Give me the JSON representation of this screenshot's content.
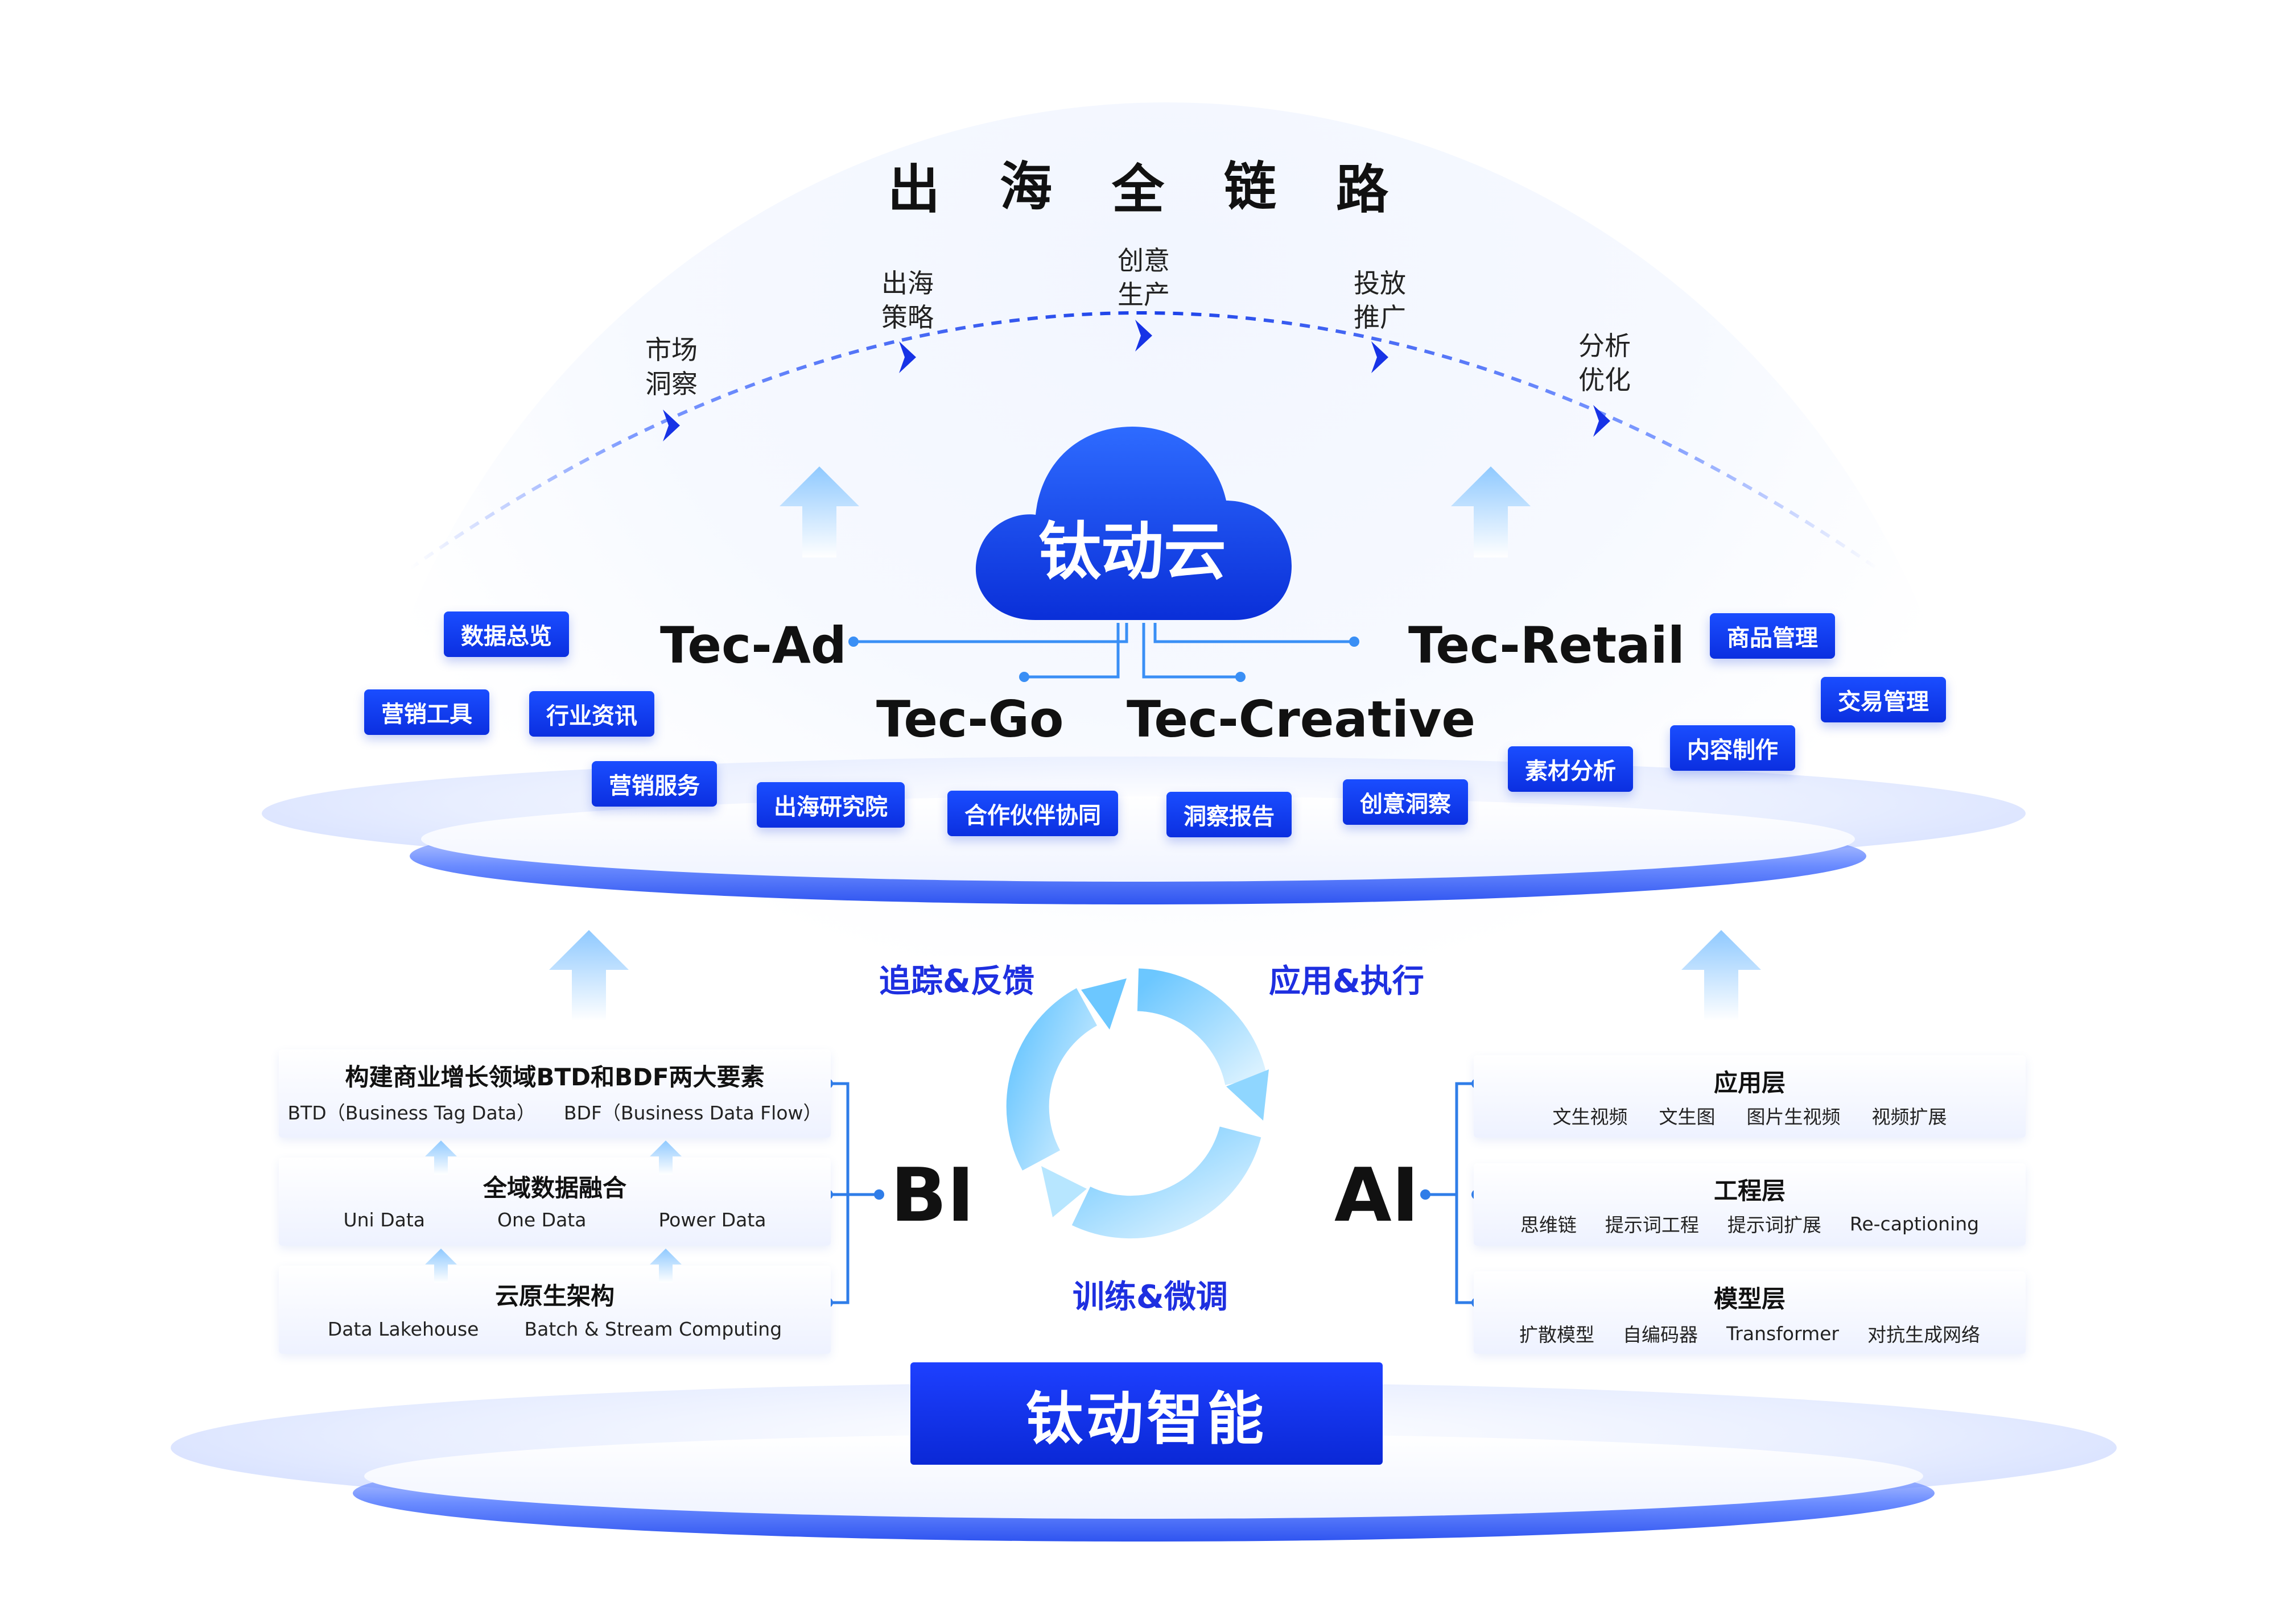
{
  "title_chars": [
    "出",
    "海",
    "全",
    "链",
    "路"
  ],
  "steps": [
    {
      "line1": "市场",
      "line2": "洞察"
    },
    {
      "line1": "出海",
      "line2": "策略"
    },
    {
      "line1": "创意",
      "line2": "生产"
    },
    {
      "line1": "投放",
      "line2": "推广"
    },
    {
      "line1": "分析",
      "line2": "优化"
    }
  ],
  "cloud_label": "钛动云",
  "products": {
    "tec_ad": "Tec-Ad",
    "tec_go": "Tec-Go",
    "tec_creative": "Tec-Creative",
    "tec_retail": "Tec-Retail"
  },
  "tags": [
    "数据总览",
    "营销工具",
    "行业资讯",
    "营销服务",
    "出海研究院",
    "合作伙伴协同",
    "洞察报告",
    "创意洞察",
    "素材分析",
    "内容制作",
    "商品管理",
    "交易管理"
  ],
  "cycle": {
    "track": "追踪&反馈",
    "apply": "应用&执行",
    "train": "训练&微调"
  },
  "bi_label": "BI",
  "ai_label": "AI",
  "bi_panels": [
    {
      "title": "构建商业增长领域BTD和BDF两大要素",
      "items": [
        "BTD（Business Tag Data）",
        "BDF（Business Data Flow）"
      ]
    },
    {
      "title": "全域数据融合",
      "items": [
        "Uni Data",
        "One Data",
        "Power Data"
      ]
    },
    {
      "title": "云原生架构",
      "items": [
        "Data Lakehouse",
        "Batch & Stream Computing"
      ]
    }
  ],
  "ai_panels": [
    {
      "title": "应用层",
      "items": [
        "文生视频",
        "文生图",
        "图片生视频",
        "视频扩展"
      ]
    },
    {
      "title": "工程层",
      "items": [
        "思维链",
        "提示词工程",
        "提示词扩展",
        "Re-captioning"
      ]
    },
    {
      "title": "模型层",
      "items": [
        "扩散模型",
        "自编码器",
        "Transformer",
        "对抗生成网络"
      ]
    }
  ],
  "brand": "钛动智能",
  "colors": {
    "primary": "#0b2fe0",
    "accent": "#1e2fe0",
    "cycle": "#7fd0ff"
  }
}
